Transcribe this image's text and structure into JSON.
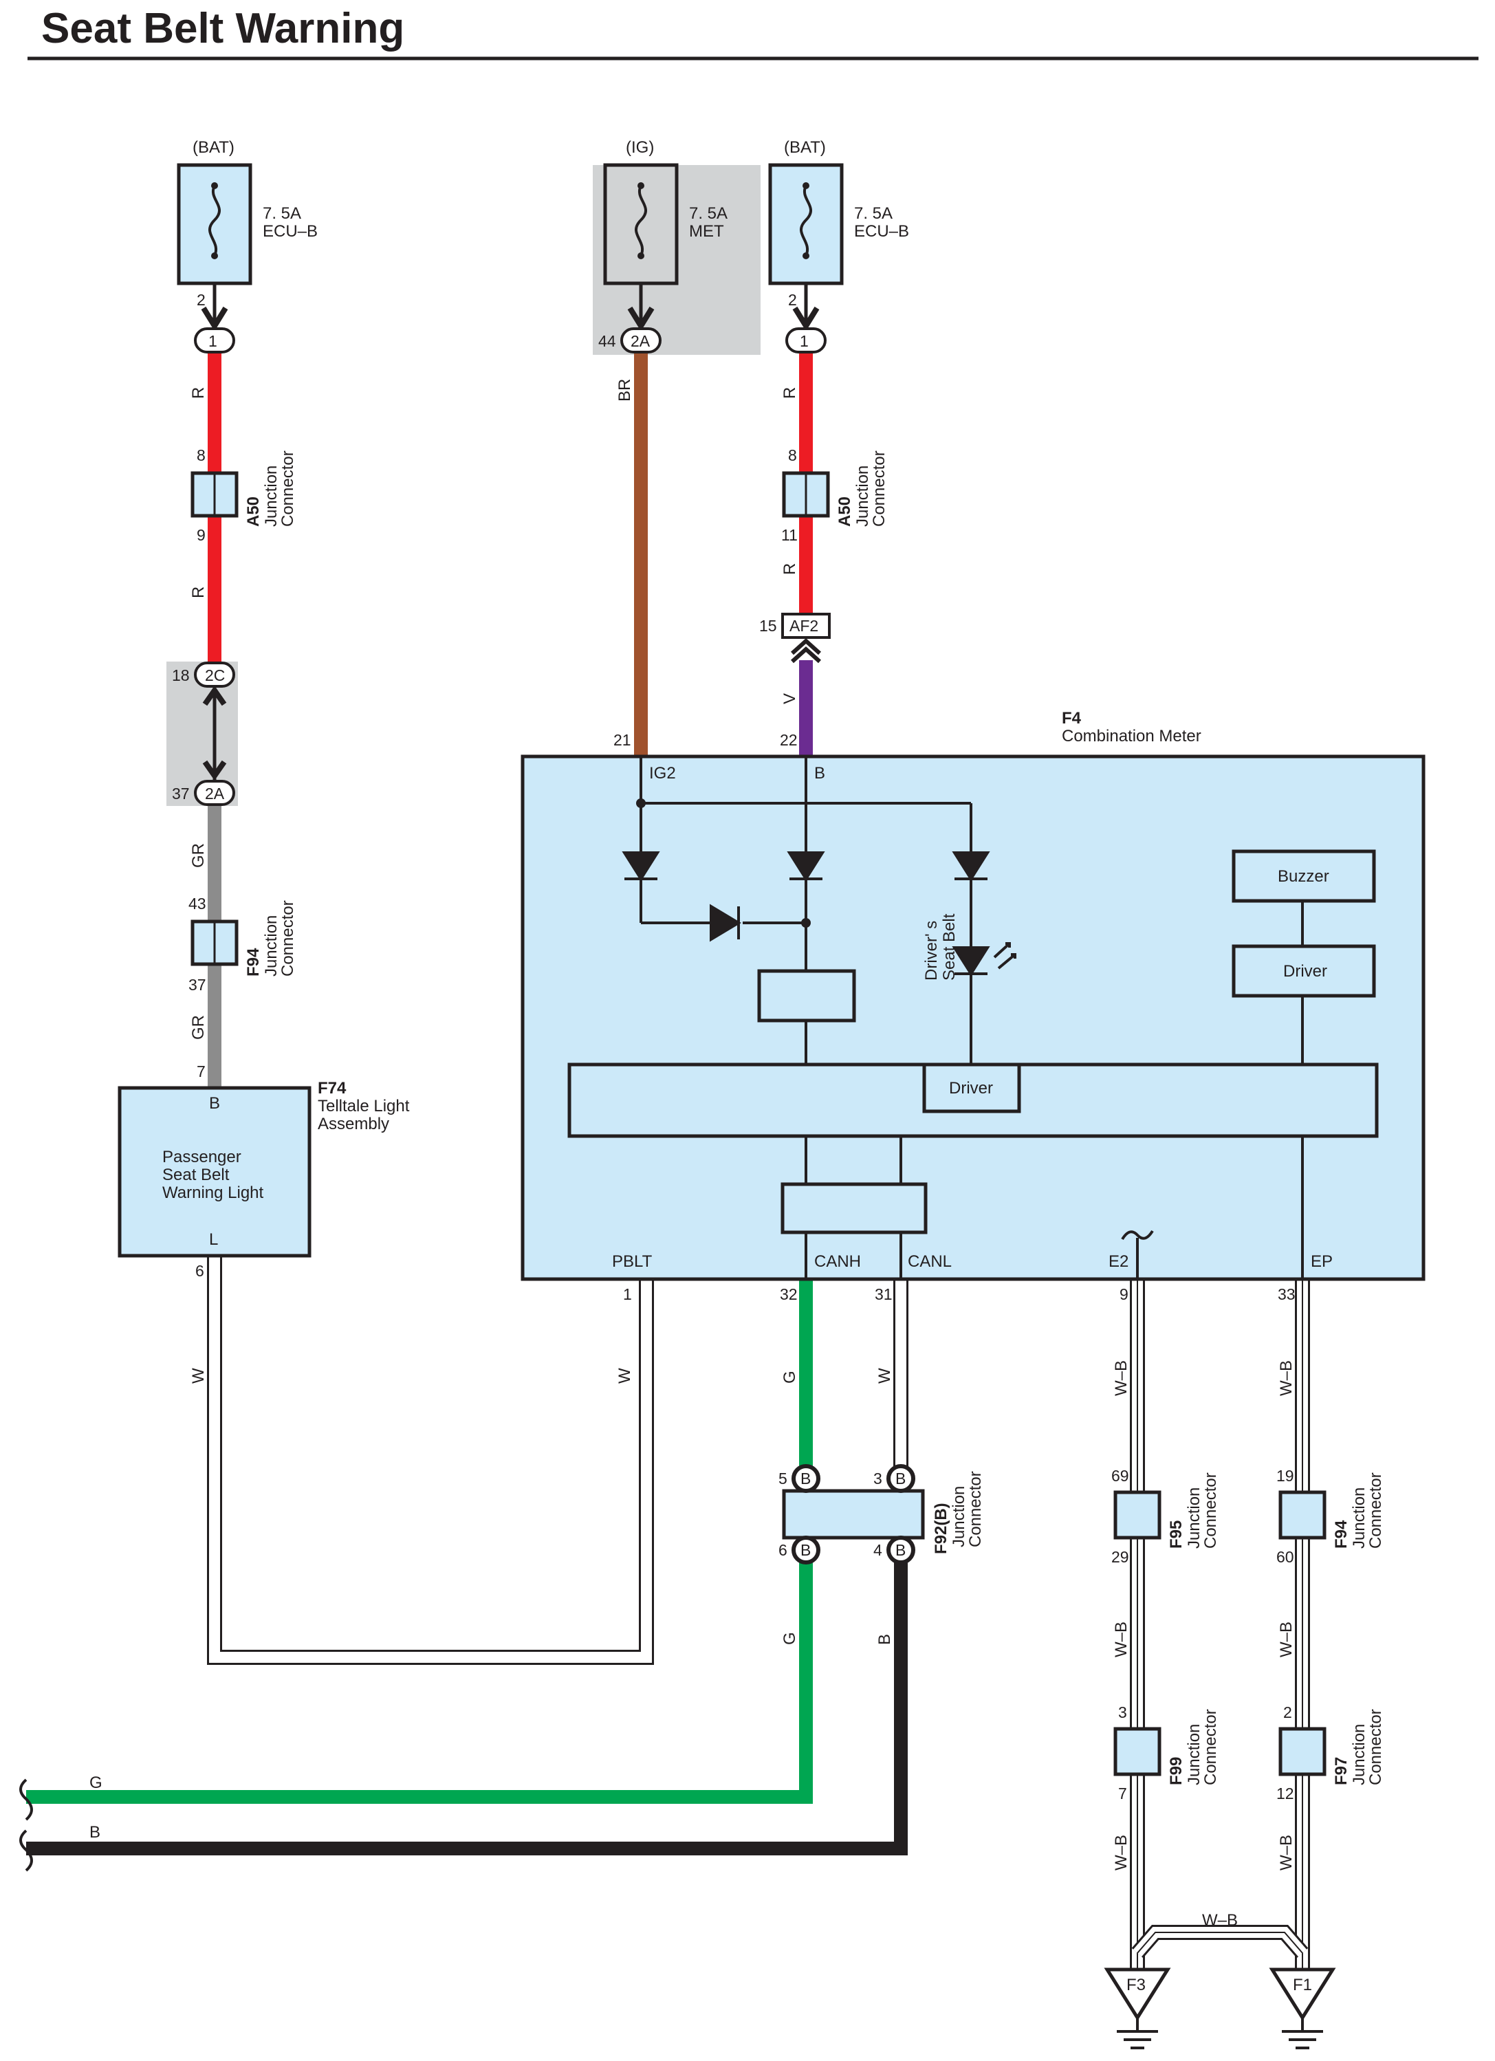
{
  "title": "Seat Belt Warning",
  "fuses": {
    "left": {
      "source": "(BAT)",
      "rating": "7. 5A",
      "name": "ECU–B",
      "pin": "2",
      "conn": "1"
    },
    "middle": {
      "source": "(IG)",
      "rating": "7. 5A",
      "name": "MET",
      "pin": "44",
      "conn": "2A"
    },
    "right": {
      "source": "(BAT)",
      "rating": "7. 5A",
      "name": "ECU–B",
      "pin": "2",
      "conn": "1"
    }
  },
  "junctions": {
    "a50_left": {
      "code": "A50",
      "line1": "Junction",
      "line2": "Connector",
      "pin_top": "8",
      "pin_bottom": "9"
    },
    "a50_right": {
      "code": "A50",
      "line1": "Junction",
      "line2": "Connector",
      "pin_top": "8",
      "pin_bottom": "11"
    },
    "f94_left": {
      "code": "F94",
      "line1": "Junction",
      "line2": "Connector",
      "pin_top": "43",
      "pin_bottom": "37"
    },
    "f92": {
      "code": "F92(B)",
      "line1": "Junction",
      "line2": "Connector",
      "pin_tl": "5",
      "pin_tr": "3",
      "pin_bl": "6",
      "pin_br": "4",
      "conn": "B"
    },
    "f95": {
      "code": "F95",
      "line1": "Junction",
      "line2": "Connector",
      "pin_top": "69",
      "pin_bottom": "29"
    },
    "f94_right": {
      "code": "F94",
      "line1": "Junction",
      "line2": "Connector",
      "pin_top": "19",
      "pin_bottom": "60"
    },
    "f99": {
      "code": "F99",
      "line1": "Junction",
      "line2": "Connector",
      "pin_top": "3",
      "pin_bottom": "7"
    },
    "f97": {
      "code": "F97",
      "line1": "Junction",
      "line2": "Connector",
      "pin_top": "2",
      "pin_bottom": "12"
    }
  },
  "connectors": {
    "c2c": {
      "label": "2C",
      "pin": "18"
    },
    "c2a": {
      "label": "2A",
      "pin": "37"
    },
    "af2": {
      "label": "AF2",
      "pin": "15"
    }
  },
  "wire_colors": {
    "R": "#ed1c24",
    "BR": "#a0522d",
    "V": "#6b2c91",
    "GR": "#8c8c8c",
    "W": "#ffffff",
    "G": "#00a651",
    "B": "#231f20",
    "W-B": "#ffffff"
  },
  "wires": {
    "r": "R",
    "br": "BR",
    "v": "V",
    "gr": "GR",
    "w": "W",
    "g": "G",
    "b": "B",
    "wb": "W–B"
  },
  "f74": {
    "code": "F74",
    "line1": "Telltale Light",
    "line2": "Assembly",
    "pin_b_label": "B",
    "pin_b": "7",
    "pin_l_label": "L",
    "pin_l": "6",
    "body1": "Passenger",
    "body2": "Seat Belt",
    "body3": "Warning Light"
  },
  "f4": {
    "code": "F4",
    "name": "Combination Meter",
    "ig2": "IG2",
    "ig2_pin": "21",
    "b": "B",
    "b_pin": "22",
    "buzzer": "Buzzer",
    "driver_buzzer": "Driver",
    "driver_main": "Driver",
    "seatbelt1": "Driver' s",
    "seatbelt2": "Seat Belt",
    "pblt": "PBLT",
    "pblt_pin": "1",
    "canh": "CANH",
    "canh_pin": "32",
    "canl": "CANL",
    "canl_pin": "31",
    "e2": "E2",
    "e2_pin": "9",
    "ep": "EP",
    "ep_pin": "33"
  },
  "grounds": {
    "left": "F3",
    "right": "F1"
  },
  "colors": {
    "component_fill": "#cce9f9",
    "shade": "#d1d3d4",
    "line": "#231f20"
  }
}
